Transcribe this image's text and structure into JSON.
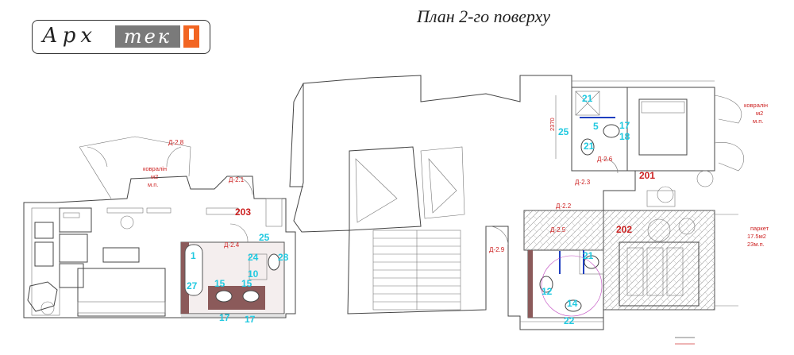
{
  "title": "План 2-го поверху",
  "logo": {
    "part1": "Арх",
    "part2": "тек"
  },
  "rooms": [
    {
      "id": "r203",
      "label": "203"
    },
    {
      "id": "r201",
      "label": "201"
    },
    {
      "id": "r202",
      "label": "202"
    }
  ],
  "doors": [
    {
      "id": "d28",
      "label": "Д-2.8"
    },
    {
      "id": "d21",
      "label": "Д-2.1"
    },
    {
      "id": "d24",
      "label": "Д-2.4"
    },
    {
      "id": "d29",
      "label": "Д-2.9"
    },
    {
      "id": "d26",
      "label": "Д-2.6"
    },
    {
      "id": "d23",
      "label": "Д-2.3"
    },
    {
      "id": "d22",
      "label": "Д-2.2"
    },
    {
      "id": "d25",
      "label": "Д-2.5"
    }
  ],
  "fixtures": [
    {
      "id": "f1",
      "label": "1"
    },
    {
      "id": "f27",
      "label": "27"
    },
    {
      "id": "f15a",
      "label": "15"
    },
    {
      "id": "f15b",
      "label": "15"
    },
    {
      "id": "f17a",
      "label": "17"
    },
    {
      "id": "f17b",
      "label": "17"
    },
    {
      "id": "f25a",
      "label": "25"
    },
    {
      "id": "f24",
      "label": "24"
    },
    {
      "id": "f28",
      "label": "28"
    },
    {
      "id": "f10",
      "label": "10"
    },
    {
      "id": "f21a",
      "label": "21"
    },
    {
      "id": "f25b",
      "label": "25"
    },
    {
      "id": "f5",
      "label": "5"
    },
    {
      "id": "f17c",
      "label": "17"
    },
    {
      "id": "f18",
      "label": "18"
    },
    {
      "id": "f21b",
      "label": "21"
    },
    {
      "id": "f21c",
      "label": "21"
    },
    {
      "id": "f12",
      "label": "12"
    },
    {
      "id": "f14",
      "label": "14"
    },
    {
      "id": "f22",
      "label": "22"
    }
  ],
  "notes": [
    {
      "id": "n-carpet-left",
      "lines": [
        "ковралін",
        "м2",
        "м.п."
      ]
    },
    {
      "id": "n-carpet-right",
      "lines": [
        "ковралін",
        "м2",
        "м.п."
      ]
    },
    {
      "id": "n-parquet",
      "lines": [
        "паркет",
        "17.5м2",
        "23м.п."
      ]
    }
  ],
  "dimensions": [
    {
      "id": "dim-2370",
      "label": "2370"
    }
  ],
  "colors": {
    "fixture_label": "#21c9e0",
    "room_label": "#cc1f1f",
    "bath_fill": "#8b5a5a"
  }
}
